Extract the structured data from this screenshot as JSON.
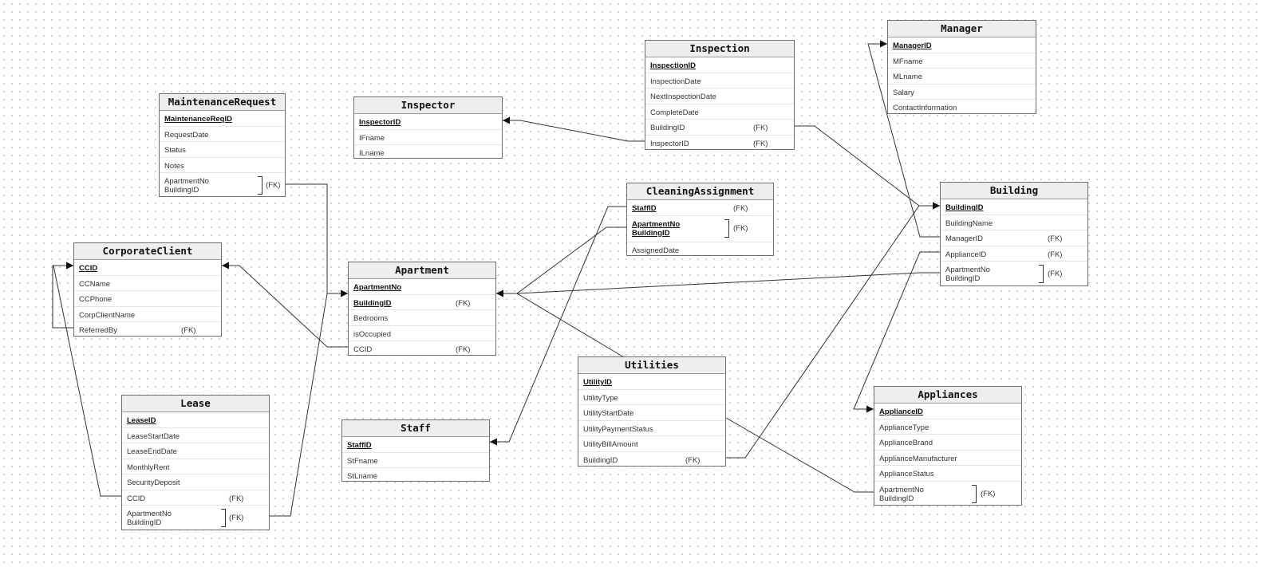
{
  "entities": {
    "maintenance": {
      "title": "MaintenanceRequest",
      "fields": {
        "id": "MaintenanceReqID",
        "date": "RequestDate",
        "status": "Status",
        "notes": "Notes",
        "composite": "ApartmentNo\nBuildingID"
      }
    },
    "inspector": {
      "title": "Inspector",
      "fields": {
        "id": "InspectorID",
        "fname": "IFname",
        "lname": "ILname"
      }
    },
    "inspection": {
      "title": "Inspection",
      "fields": {
        "id": "InspectionID",
        "date": "InspectionDate",
        "next": "NextInspectionDate",
        "complete": "CompleteDate",
        "building": "BuildingID",
        "inspector": "InspectorID"
      }
    },
    "manager": {
      "title": "Manager",
      "fields": {
        "id": "ManagerID",
        "fname": "MFname",
        "lname": "MLname",
        "salary": "Salary",
        "contact": "ContactInformation"
      }
    },
    "cleaning": {
      "title": "CleaningAssignment",
      "fields": {
        "staff": "StaffID",
        "composite": "ApartmentNo\nBuildingID",
        "date": "AssignedDate"
      }
    },
    "building": {
      "title": "Building",
      "fields": {
        "id": "BuildingID",
        "name": "BuildingName",
        "manager": "ManagerID",
        "appliance": "ApplianceID",
        "composite": "ApartmentNo\nBuildingID"
      }
    },
    "corporate": {
      "title": "CorporateClient",
      "fields": {
        "id": "CCID",
        "name": "CCName",
        "phone": "CCPhone",
        "corpname": "CorpClientName",
        "referred": "ReferredBy"
      }
    },
    "apartment": {
      "title": "Apartment",
      "fields": {
        "no": "ApartmentNo",
        "building": "BuildingID",
        "bedrooms": "Bedrooms",
        "occupied": "isOccupied",
        "ccid": "CCID"
      }
    },
    "utilities": {
      "title": "Utilities",
      "fields": {
        "id": "UtilityID",
        "type": "UtilityType",
        "start": "UtilityStartDate",
        "payment": "UtilityPaymentStatus",
        "bill": "UtilityBillAmount",
        "building": "BuildingID"
      }
    },
    "lease": {
      "title": "Lease",
      "fields": {
        "id": "LeaseID",
        "start": "LeaseStartDate",
        "end": "LeaseEndDate",
        "rent": "MonthlyRent",
        "deposit": "SecurityDeposit",
        "ccid": "CCID",
        "composite": "ApartmentNo\nBuildingID"
      }
    },
    "staff": {
      "title": "Staff",
      "fields": {
        "id": "StaffID",
        "fname": "StFname",
        "lname": "StLname"
      }
    },
    "appliances": {
      "title": "Appliances",
      "fields": {
        "id": "ApplianceID",
        "type": "ApplianceType",
        "brand": "ApplianceBrand",
        "manufacturer": "ApplianceManufacturer",
        "status": "ApplianceStatus",
        "composite": "ApartmentNo\nBuildingID"
      }
    }
  },
  "fk_label": "(FK)",
  "relationships": [
    {
      "from": "MaintenanceRequest",
      "to": "Apartment"
    },
    {
      "from": "Inspection",
      "to": "Inspector"
    },
    {
      "from": "Inspection",
      "to": "Building"
    },
    {
      "from": "Building",
      "to": "Manager"
    },
    {
      "from": "CleaningAssignment",
      "to": "Staff"
    },
    {
      "from": "CleaningAssignment",
      "to": "Apartment"
    },
    {
      "from": "Building",
      "to": "Apartment"
    },
    {
      "from": "Building",
      "to": "Appliances"
    },
    {
      "from": "Utilities",
      "to": "Apartment"
    },
    {
      "from": "Utilities",
      "to": "Building"
    },
    {
      "from": "Appliances",
      "to": "Utilities"
    },
    {
      "from": "Apartment",
      "to": "CorporateClient"
    },
    {
      "from": "CorporateClient",
      "to": "CorporateClient"
    },
    {
      "from": "Lease",
      "to": "CorporateClient"
    },
    {
      "from": "Lease",
      "to": "Apartment"
    }
  ],
  "colors": {
    "line": "#333333",
    "border": "#6e6e6e",
    "header_bg": "#eeeeee",
    "background": "#ffffff",
    "grid_dot": "#cfcfcf"
  }
}
